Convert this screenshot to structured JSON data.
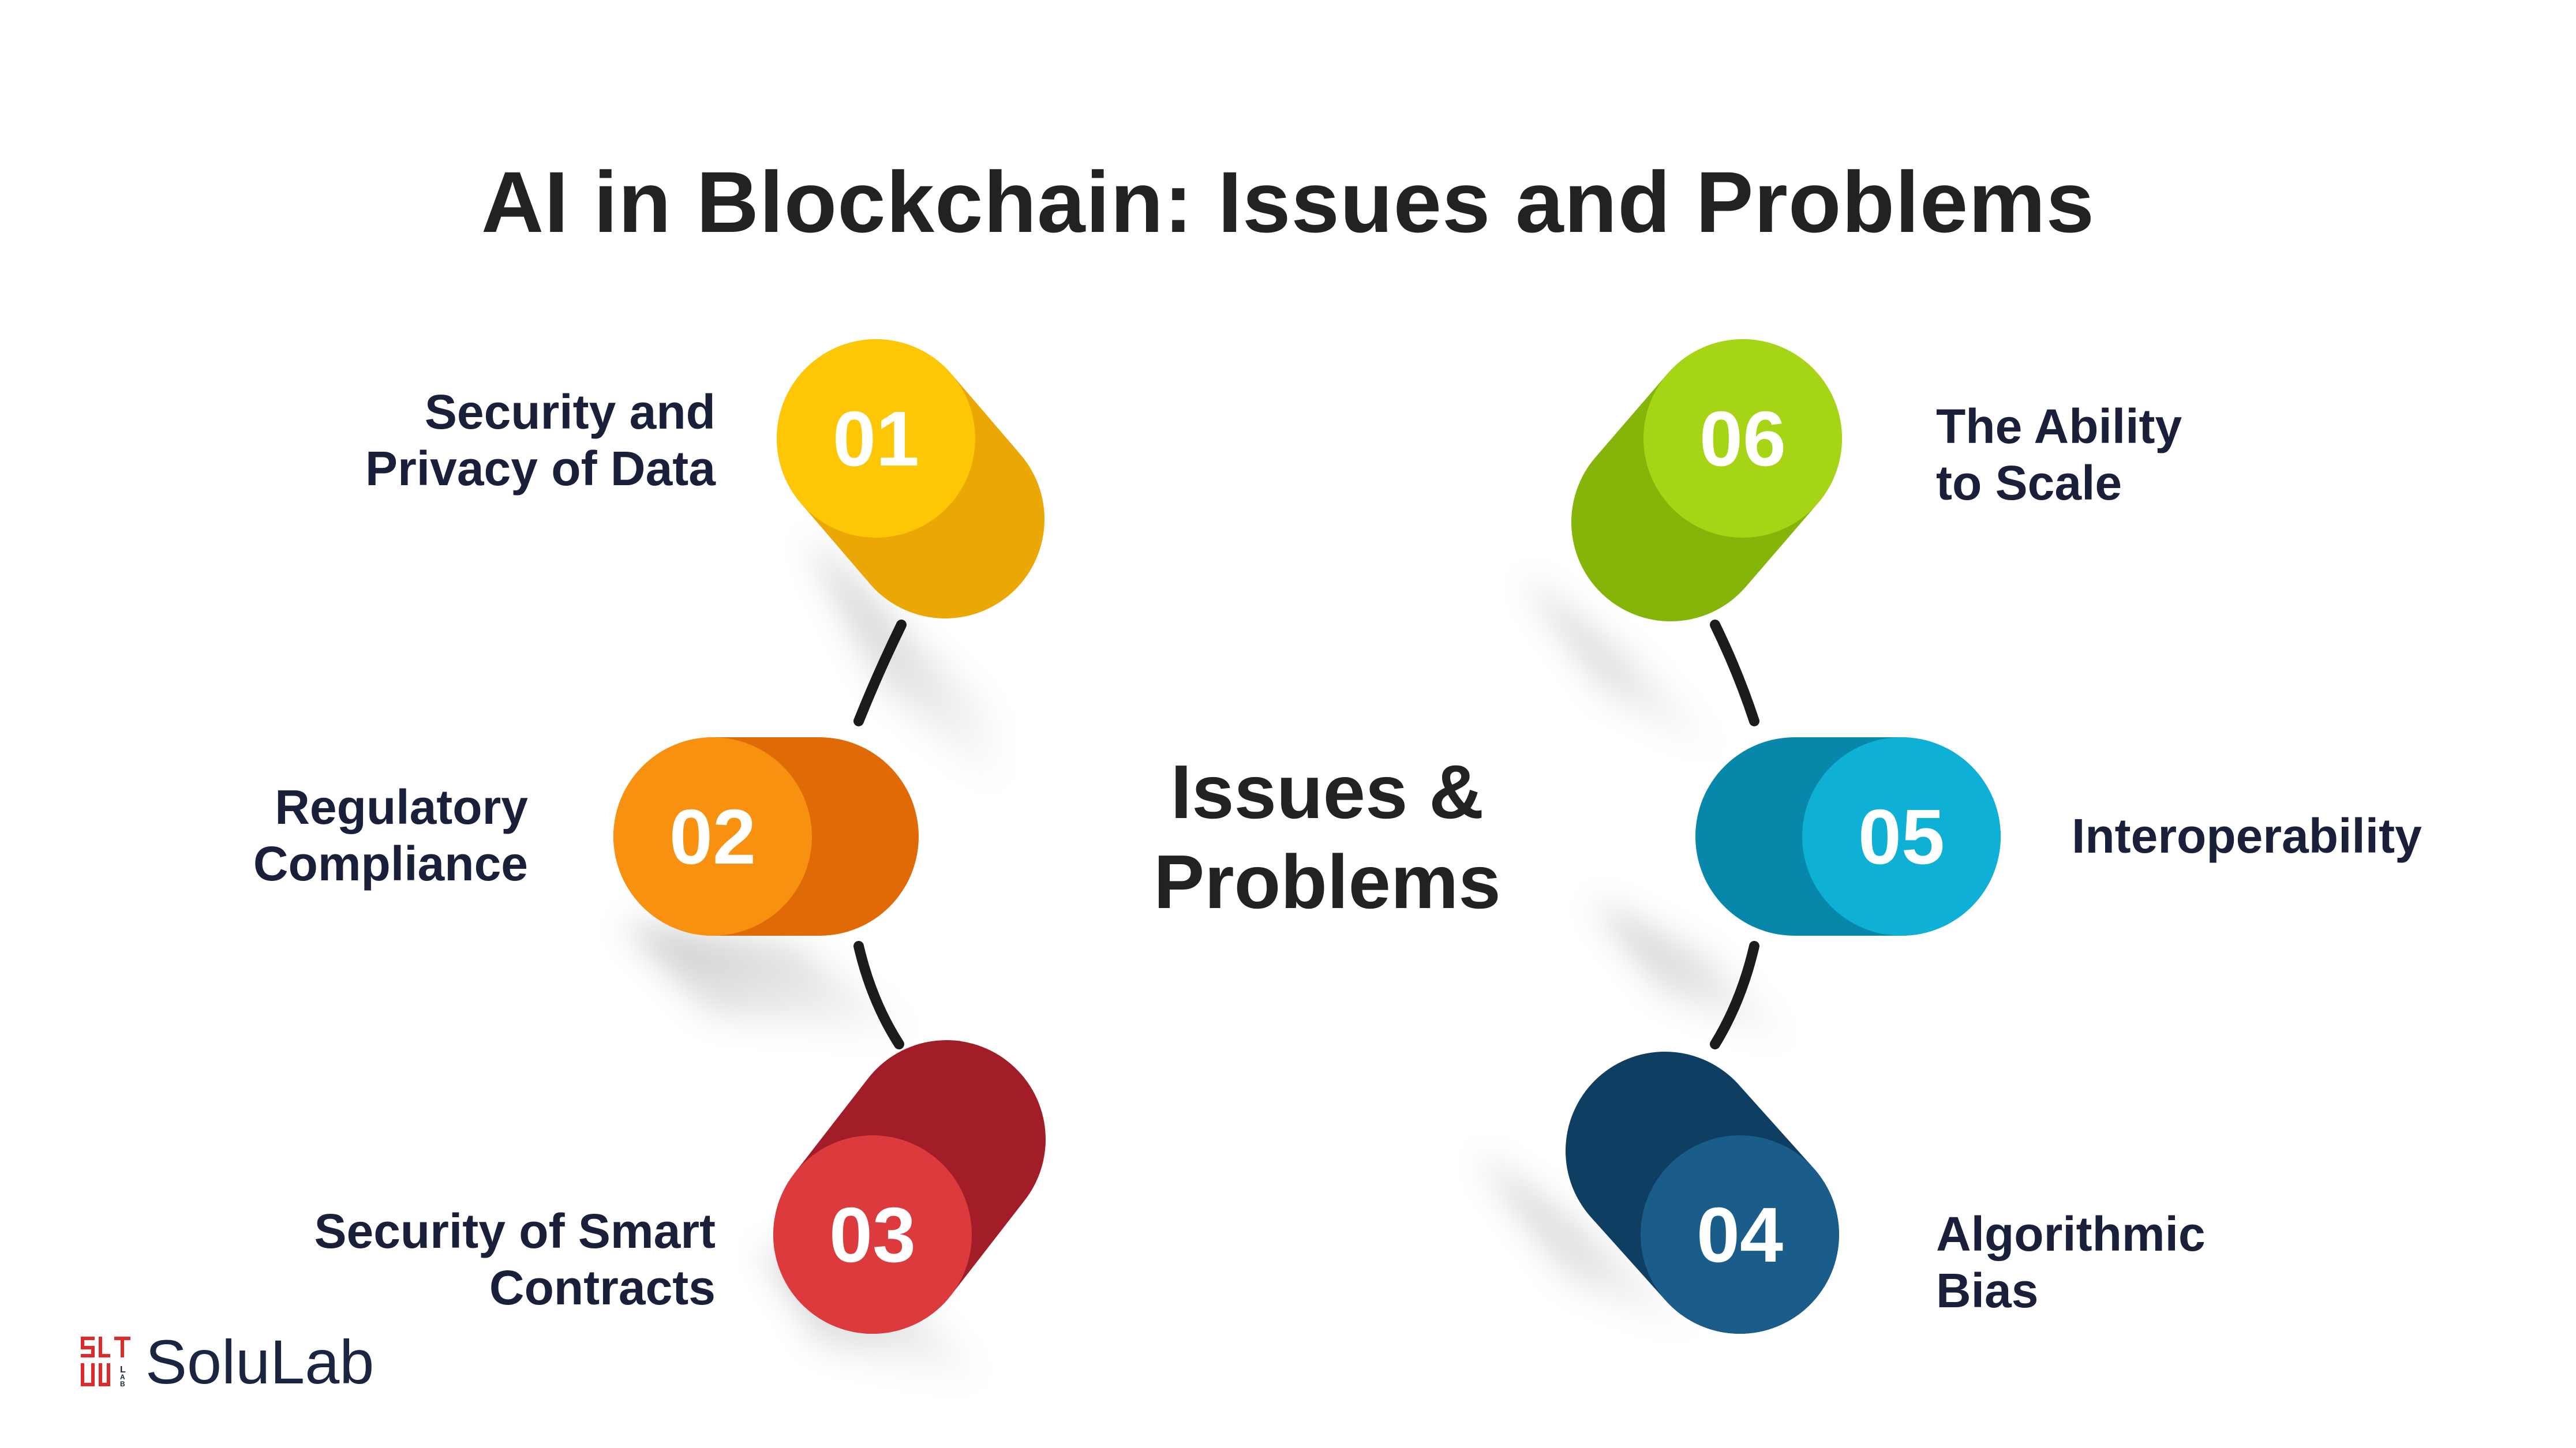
{
  "title": "AI in Blockchain: Issues and Problems",
  "center_label": "Issues &\nProblems",
  "items": [
    {
      "number": "01",
      "label": "Security and\nPrivacy of Data",
      "color_front": "#FDC705",
      "color_body": "#EBA704"
    },
    {
      "number": "02",
      "label": "Regulatory\nCompliance",
      "color_front": "#F99110",
      "color_body": "#E06A06"
    },
    {
      "number": "03",
      "label": "Security of Smart\nContracts",
      "color_front": "#DD3A3E",
      "color_body": "#A31D29"
    },
    {
      "number": "04",
      "label": "Algorithmic\nBias",
      "color_front": "#1A5C8A",
      "color_body": "#0E3F63"
    },
    {
      "number": "05",
      "label": "Interoperability",
      "color_front": "#0EB0D6",
      "color_body": "#0787AA"
    },
    {
      "number": "06",
      "label": "The Ability\nto Scale",
      "color_front": "#A5D514",
      "color_body": "#84B508"
    }
  ],
  "logo": {
    "text": "SoluLab",
    "mark_text": "SOLU LAB",
    "color": "#E02A2A"
  }
}
